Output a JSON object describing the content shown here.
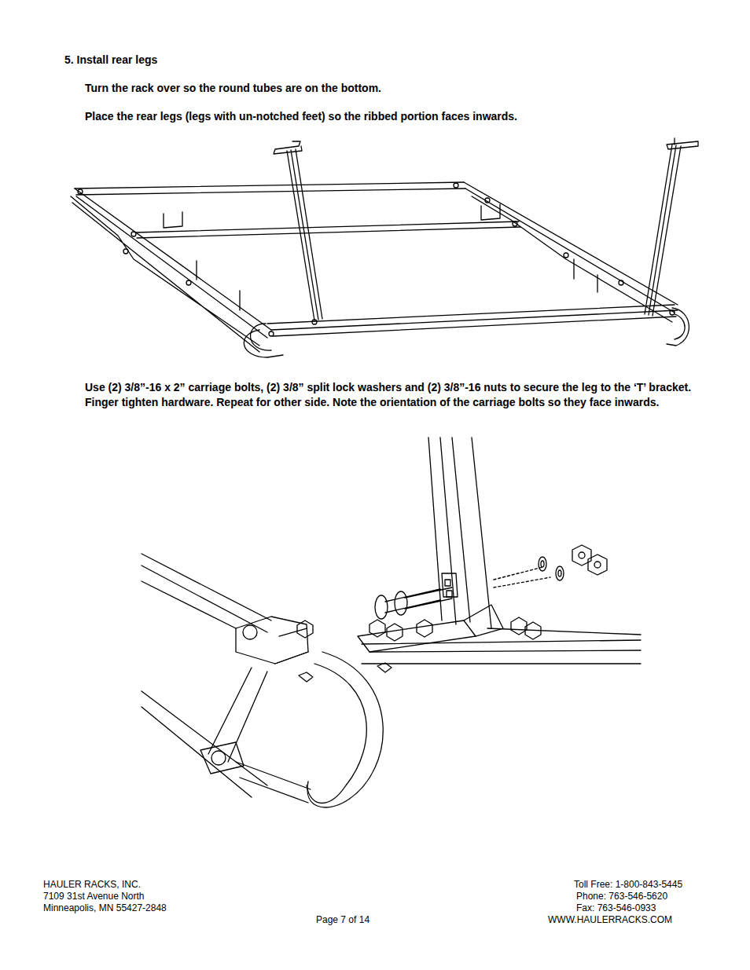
{
  "diagram": {
    "title": "5. Install rear legs",
    "labels": [
      "Turn the rack over so the round tubes are on the bottom.",
      "Place the rear legs (legs with un-notched feet) so the ribbed portion faces inwards.",
      "Use (2) 3/8”-16 x 2” carriage bolts, (2) 3/8” split lock washers and (2) 3/8”-16 nuts to secure the leg to the ‘T’ bracket. Finger tighten hardware. Repeat for other side. Note the orientation of the carriage bolts so they face inwards.",
      "HAULER RACKS, INC.",
      "7109 31st Avenue North",
      "Minneapolis, MN 55427-2848",
      "Page 7 of 14",
      "Toll Free: 1-800-843-5445",
      "Phone: 763-546-5620",
      "Fax: 763-546-0933",
      "WWW.HAULERRACKS.COM"
    ]
  }
}
